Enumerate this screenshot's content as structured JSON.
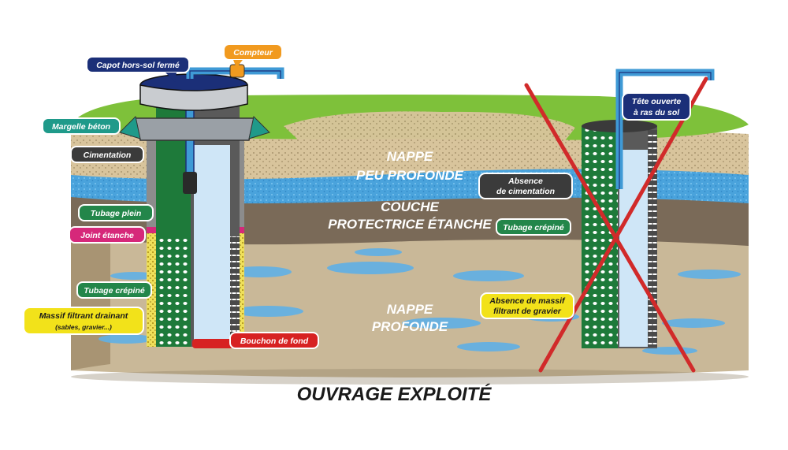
{
  "title": "OUVRAGE EXPLOITÉ",
  "layers": {
    "shallow_aquifer": [
      "NAPPE",
      "PEU PROFONDE"
    ],
    "protective_layer": [
      "COUCHE",
      "PROTECTRICE ÉTANCHE"
    ],
    "deep_aquifer": [
      "NAPPE",
      "PROFONDE"
    ]
  },
  "left_well": {
    "labels": {
      "capot": "Capot hors-sol fermé",
      "compteur": "Compteur",
      "margelle": "Margelle béton",
      "cimentation": "Cimentation",
      "tubage_plein": "Tubage plein",
      "joint": "Joint étanche",
      "tubage_crepine": "Tubage crépiné",
      "massif_line1": "Massif filtrant drainant",
      "massif_line2": "(sables, gravier...)",
      "bouchon": "Bouchon de fond"
    }
  },
  "right_well": {
    "labels": {
      "tete_line1": "Tête ouverte",
      "tete_line2": "à ras du sol",
      "absence_cim_line1": "Absence",
      "absence_cim_line2": "de cimentation",
      "tubage_crepine": "Tubage crépiné",
      "absence_massif_line1": "Absence de massif",
      "absence_massif_line2": "filtrant de gravier"
    }
  },
  "colors": {
    "grass": "#7ec13a",
    "sand": "#d9c6a0",
    "shallow_water": "#3f9ad6",
    "clay": "#7a6a58",
    "deep_soil": "#c9b898",
    "casing_green": "#1e7a3a",
    "label_navy": "#1b2f78",
    "label_orange": "#f19a1f",
    "label_teal": "#1f9a8a",
    "label_dark": "#3b3b3b",
    "label_green": "#23864a",
    "label_magenta": "#d6287a",
    "label_yellow": "#f2e21a",
    "label_red": "#d72222",
    "cross_red": "#d12a2a"
  }
}
